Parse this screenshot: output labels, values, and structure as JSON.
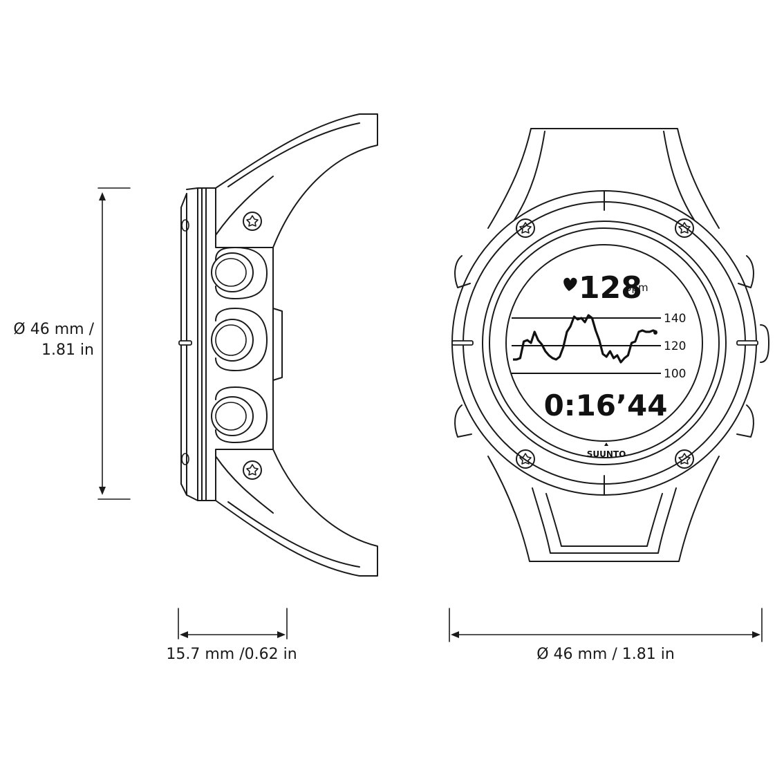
{
  "dimensions": {
    "diameter_vertical": {
      "line1": "Ø 46 mm /",
      "line2": "1.81 in"
    },
    "depth": "15.7 mm /0.62 in",
    "diameter_horizontal": "Ø 46 mm / 1.81 in"
  },
  "watch_display": {
    "heart_rate": "128",
    "heart_rate_unit": "bpm",
    "elapsed_time": "0:16’44",
    "brand": "SUUNTO",
    "icons": [
      "heart-icon",
      "brand-arrow-icon"
    ]
  },
  "chart_data": {
    "type": "line",
    "title": "",
    "xlabel": "",
    "ylabel": "",
    "ylim": [
      90,
      150
    ],
    "y_ticks": [
      140,
      120,
      100
    ],
    "y_tick_labels": [
      "140",
      "120",
      "100"
    ],
    "grid": "horizontal lines at tick values",
    "series": [
      {
        "x": [
          0,
          1,
          2,
          3,
          4,
          5,
          6,
          7,
          8,
          9,
          10,
          11,
          12,
          13,
          14,
          15,
          16,
          17,
          18,
          19,
          20,
          21,
          22,
          23,
          24,
          25,
          26,
          27,
          28,
          29,
          30,
          31,
          32,
          33,
          34,
          35,
          36,
          37,
          38,
          39,
          40
        ],
        "values": [
          110,
          110,
          111,
          123,
          124,
          122,
          130,
          124,
          121,
          116,
          113,
          111,
          110,
          112,
          119,
          130,
          134,
          141,
          139,
          140,
          137,
          142,
          140,
          131,
          124,
          114,
          112,
          116,
          111,
          113,
          108,
          111,
          113,
          122,
          123,
          130,
          131,
          130,
          130,
          131,
          130
        ]
      }
    ]
  }
}
